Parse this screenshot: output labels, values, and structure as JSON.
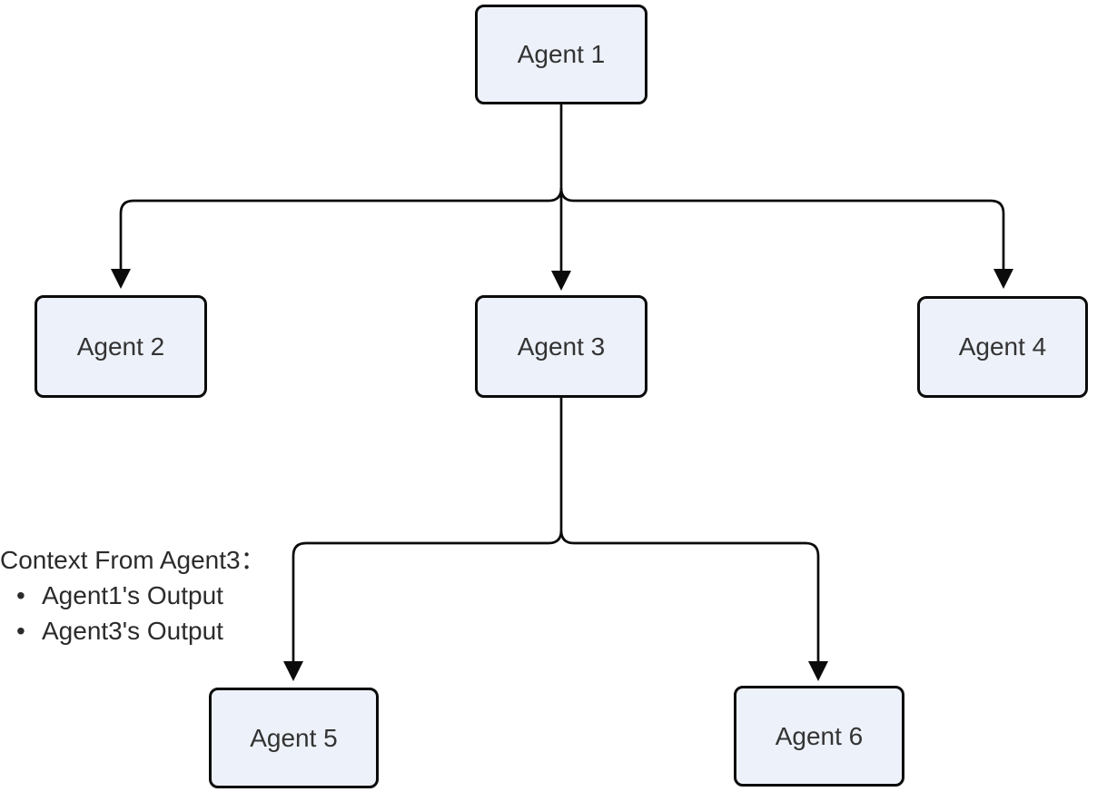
{
  "diagram": {
    "nodes": [
      {
        "id": "agent-1",
        "label": "Agent 1"
      },
      {
        "id": "agent-2",
        "label": "Agent 2"
      },
      {
        "id": "agent-3",
        "label": "Agent 3"
      },
      {
        "id": "agent-4",
        "label": "Agent 4"
      },
      {
        "id": "agent-5",
        "label": "Agent 5"
      },
      {
        "id": "agent-6",
        "label": "Agent 6"
      }
    ],
    "edges": [
      {
        "from": "Agent 1",
        "to": "Agent 2"
      },
      {
        "from": "Agent 1",
        "to": "Agent 3"
      },
      {
        "from": "Agent 1",
        "to": "Agent 4"
      },
      {
        "from": "Agent 3",
        "to": "Agent 5"
      },
      {
        "from": "Agent 3",
        "to": "Agent 6"
      }
    ],
    "annotation": {
      "title": "Context From Agent3：",
      "bullet": "•",
      "items": [
        "Agent1's Output",
        "Agent3's Output"
      ]
    },
    "colors": {
      "node_fill": "#edf1f9",
      "node_border": "#0b0b0b",
      "edge": "#0b0b0b",
      "node_text": "#333333",
      "annotation_text": "#2b2b2b",
      "background": "#ffffff"
    }
  }
}
